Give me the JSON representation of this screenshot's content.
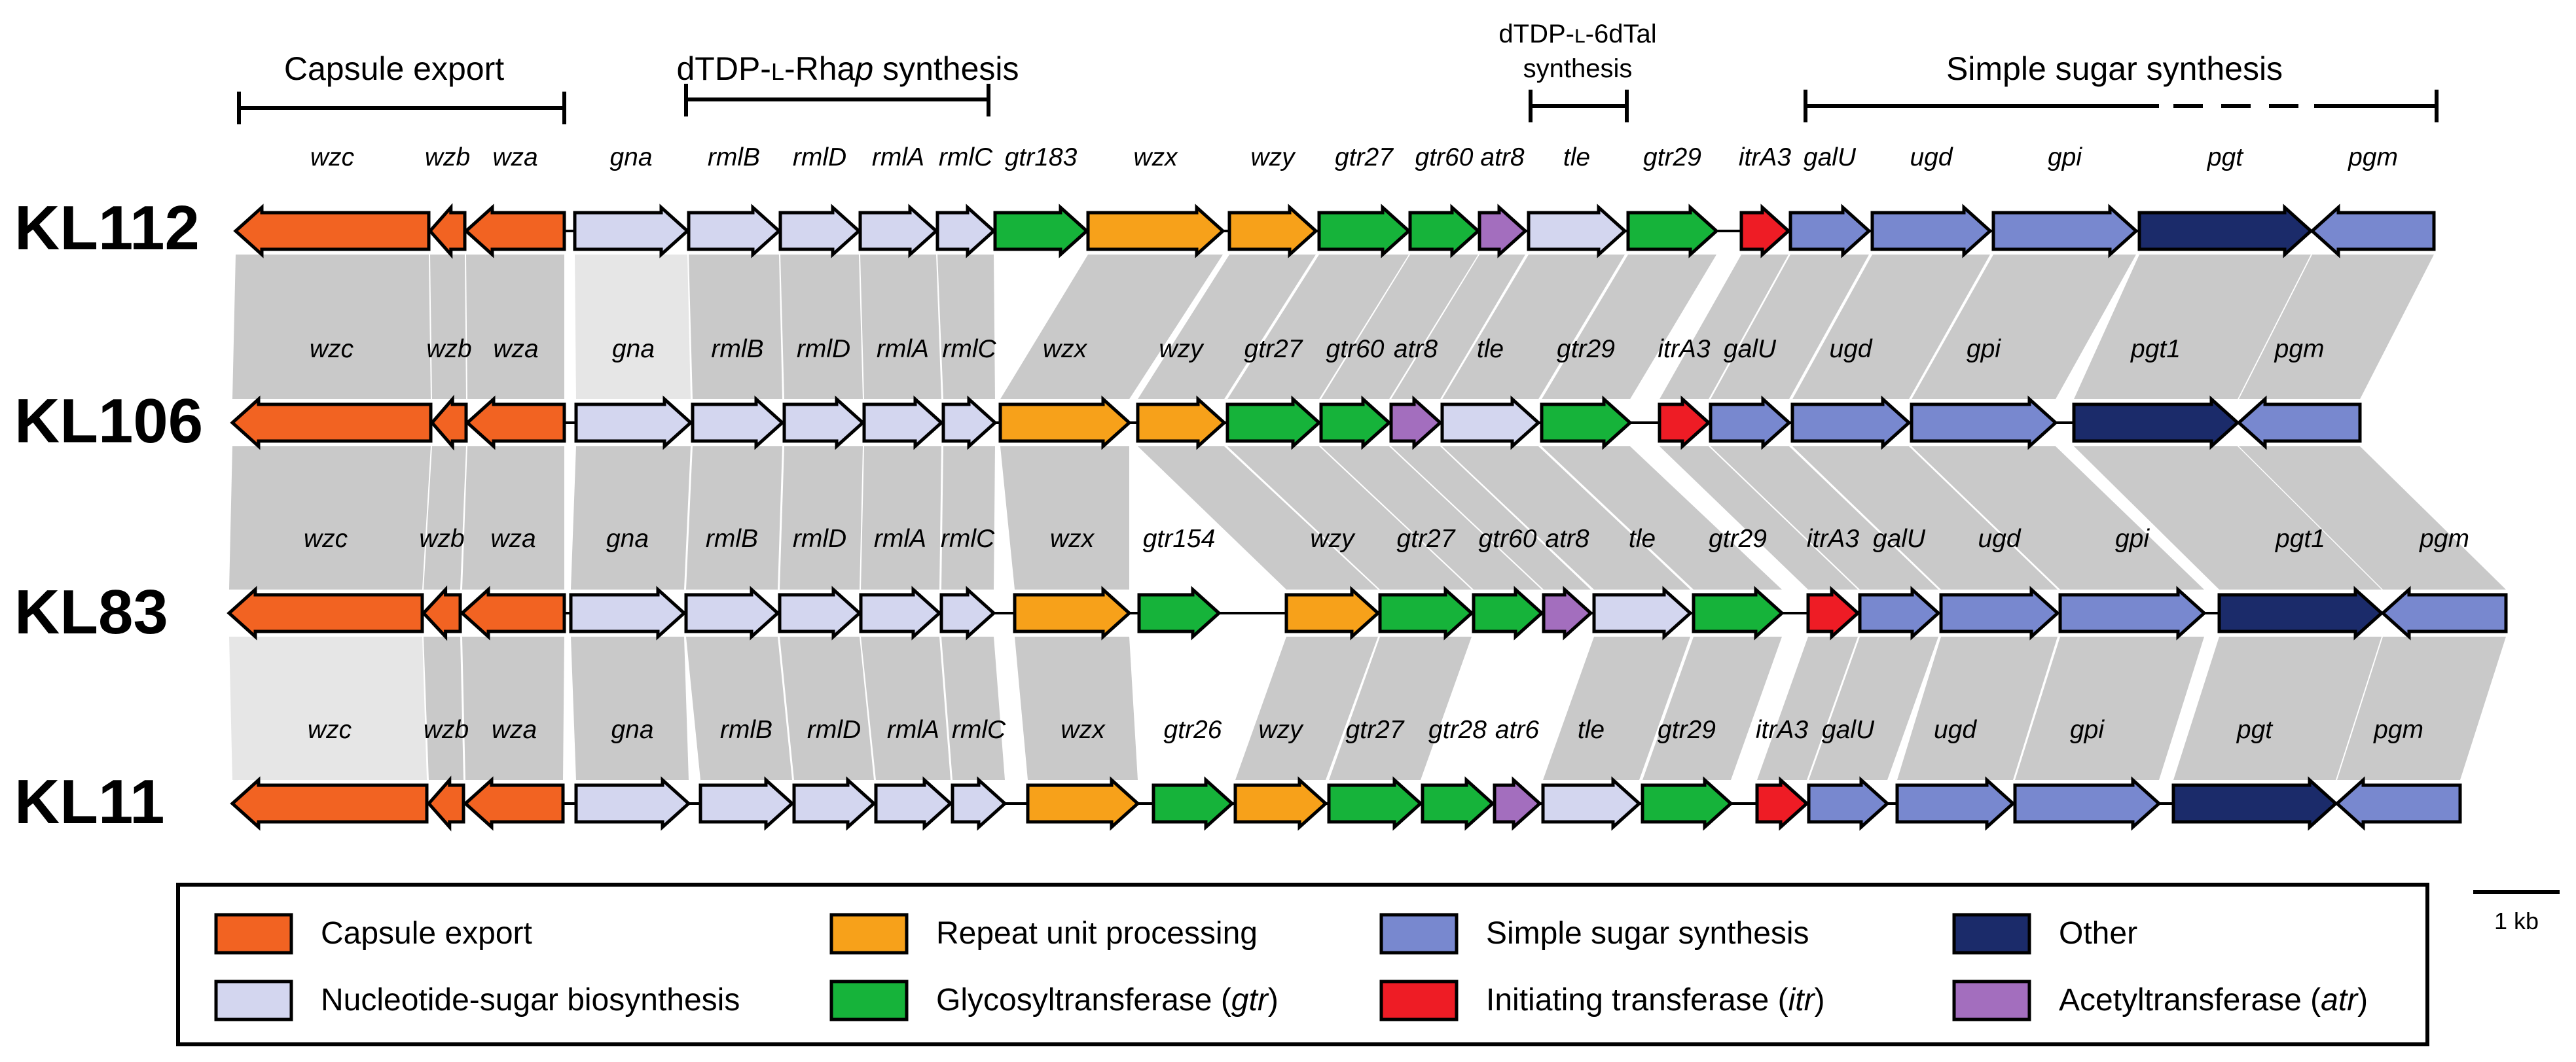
{
  "colors": {
    "export": "#f26322",
    "nucleotide": "#d3d6ef",
    "processing": "#f7a11a",
    "gtr": "#16b33a",
    "simple": "#7888cf",
    "other": "#1b2b6a",
    "itr": "#ee1c25",
    "atr": "#a36ebe",
    "homology": "#c9c9c9",
    "homology_light": "#e6e6e6"
  },
  "headers": {
    "capsule_export": "Capsule export",
    "rha_pre": "dTDP-",
    "rha_small": "L",
    "rha_mid": "-Rha",
    "rha_p": "p",
    "rha_post": " synthesis",
    "tal_pre": "dTDP-",
    "tal_small": "L",
    "tal_post": "-6dTal",
    "tal_line2": "synthesis",
    "simple_sugar": "Simple sugar synthesis"
  },
  "loci": [
    {
      "name": "KL112",
      "genes": [
        {
          "label": "wzc",
          "cat": "export",
          "start": 360,
          "end": 655,
          "dir": -1
        },
        {
          "label": "wzb",
          "cat": "export",
          "start": 657,
          "end": 710,
          "dir": -1
        },
        {
          "label": "wza",
          "cat": "export",
          "start": 712,
          "end": 862,
          "dir": -1
        },
        {
          "label": "gna",
          "cat": "nucleotide",
          "start": 878,
          "end": 1050,
          "dir": 1
        },
        {
          "label": "rmlB",
          "cat": "nucleotide",
          "start": 1052,
          "end": 1190,
          "dir": 1
        },
        {
          "label": "rmlD",
          "cat": "nucleotide",
          "start": 1192,
          "end": 1312,
          "dir": 1
        },
        {
          "label": "rmlA",
          "cat": "nucleotide",
          "start": 1314,
          "end": 1430,
          "dir": 1
        },
        {
          "label": "rmlC",
          "cat": "nucleotide",
          "start": 1432,
          "end": 1518,
          "dir": 1
        },
        {
          "label": "gtr183",
          "cat": "gtr",
          "start": 1520,
          "end": 1660,
          "dir": 1
        },
        {
          "label": "wzx",
          "cat": "processing",
          "start": 1662,
          "end": 1868,
          "dir": 1
        },
        {
          "label": "wzy",
          "cat": "processing",
          "start": 1878,
          "end": 2010,
          "dir": 1
        },
        {
          "label": "gtr27",
          "cat": "gtr",
          "start": 2015,
          "end": 2152,
          "dir": 1
        },
        {
          "label": "gtr60",
          "cat": "gtr",
          "start": 2154,
          "end": 2258,
          "dir": 1
        },
        {
          "label": "atr8",
          "cat": "atr",
          "start": 2260,
          "end": 2330,
          "dir": 1
        },
        {
          "label": "tle",
          "cat": "nucleotide",
          "start": 2335,
          "end": 2482,
          "dir": 1
        },
        {
          "label": "gtr29",
          "cat": "gtr",
          "start": 2487,
          "end": 2622,
          "dir": 1
        },
        {
          "label": "itrA3",
          "cat": "itr",
          "start": 2660,
          "end": 2732,
          "dir": 1
        },
        {
          "label": "galU",
          "cat": "simple",
          "start": 2735,
          "end": 2855,
          "dir": 1
        },
        {
          "label": "ugd",
          "cat": "simple",
          "start": 2860,
          "end": 3040,
          "dir": 1
        },
        {
          "label": "gpi",
          "cat": "simple",
          "start": 3045,
          "end": 3263,
          "dir": 1
        },
        {
          "label": "pgt",
          "cat": "other",
          "start": 3268,
          "end": 3530,
          "dir": 1
        },
        {
          "label": "pgm",
          "cat": "simple",
          "start": 3532,
          "end": 3718,
          "dir": -1
        }
      ]
    },
    {
      "name": "KL106",
      "genes": [
        {
          "label": "wzc",
          "cat": "export",
          "start": 355,
          "end": 658,
          "dir": -1
        },
        {
          "label": "wzb",
          "cat": "export",
          "start": 660,
          "end": 712,
          "dir": -1
        },
        {
          "label": "wza",
          "cat": "export",
          "start": 714,
          "end": 862,
          "dir": -1
        },
        {
          "label": "gna",
          "cat": "nucleotide",
          "start": 880,
          "end": 1055,
          "dir": 1
        },
        {
          "label": "rmlB",
          "cat": "nucleotide",
          "start": 1058,
          "end": 1195,
          "dir": 1
        },
        {
          "label": "rmlD",
          "cat": "nucleotide",
          "start": 1198,
          "end": 1318,
          "dir": 1
        },
        {
          "label": "rmlA",
          "cat": "nucleotide",
          "start": 1320,
          "end": 1438,
          "dir": 1
        },
        {
          "label": "rmlC",
          "cat": "nucleotide",
          "start": 1441,
          "end": 1520,
          "dir": 1
        },
        {
          "label": "wzx",
          "cat": "processing",
          "start": 1528,
          "end": 1725,
          "dir": 1
        },
        {
          "label": "wzy",
          "cat": "processing",
          "start": 1738,
          "end": 1870,
          "dir": 1
        },
        {
          "label": "gtr27",
          "cat": "gtr",
          "start": 1875,
          "end": 2015,
          "dir": 1
        },
        {
          "label": "gtr60",
          "cat": "gtr",
          "start": 2018,
          "end": 2122,
          "dir": 1
        },
        {
          "label": "atr8",
          "cat": "atr",
          "start": 2125,
          "end": 2200,
          "dir": 1
        },
        {
          "label": "tle",
          "cat": "nucleotide",
          "start": 2203,
          "end": 2350,
          "dir": 1
        },
        {
          "label": "gtr29",
          "cat": "gtr",
          "start": 2355,
          "end": 2490,
          "dir": 1
        },
        {
          "label": "itrA3",
          "cat": "itr",
          "start": 2535,
          "end": 2610,
          "dir": 1
        },
        {
          "label": "galU",
          "cat": "simple",
          "start": 2613,
          "end": 2733,
          "dir": 1
        },
        {
          "label": "ugd",
          "cat": "simple",
          "start": 2738,
          "end": 2916,
          "dir": 1
        },
        {
          "label": "gpi",
          "cat": "simple",
          "start": 2920,
          "end": 3140,
          "dir": 1
        },
        {
          "label": "pgt1",
          "cat": "other",
          "start": 3168,
          "end": 3418,
          "dir": 1
        },
        {
          "label": "pgm",
          "cat": "simple",
          "start": 3420,
          "end": 3605,
          "dir": -1
        }
      ]
    },
    {
      "name": "KL83",
      "genes": [
        {
          "label": "wzc",
          "cat": "export",
          "start": 350,
          "end": 645,
          "dir": -1
        },
        {
          "label": "wzb",
          "cat": "export",
          "start": 647,
          "end": 703,
          "dir": -1
        },
        {
          "label": "wza",
          "cat": "export",
          "start": 706,
          "end": 862,
          "dir": -1
        },
        {
          "label": "gna",
          "cat": "nucleotide",
          "start": 872,
          "end": 1045,
          "dir": 1
        },
        {
          "label": "rmlB",
          "cat": "nucleotide",
          "start": 1048,
          "end": 1188,
          "dir": 1
        },
        {
          "label": "rmlD",
          "cat": "nucleotide",
          "start": 1191,
          "end": 1313,
          "dir": 1
        },
        {
          "label": "rmlA",
          "cat": "nucleotide",
          "start": 1315,
          "end": 1435,
          "dir": 1
        },
        {
          "label": "rmlC",
          "cat": "nucleotide",
          "start": 1438,
          "end": 1518,
          "dir": 1
        },
        {
          "label": "wzx",
          "cat": "processing",
          "start": 1550,
          "end": 1725,
          "dir": 1
        },
        {
          "label": "gtr154",
          "cat": "gtr",
          "start": 1740,
          "end": 1862,
          "dir": 1
        },
        {
          "label": "wzy",
          "cat": "processing",
          "start": 1965,
          "end": 2105,
          "dir": 1
        },
        {
          "label": "gtr27",
          "cat": "gtr",
          "start": 2108,
          "end": 2248,
          "dir": 1
        },
        {
          "label": "gtr60",
          "cat": "gtr",
          "start": 2251,
          "end": 2355,
          "dir": 1
        },
        {
          "label": "atr8",
          "cat": "atr",
          "start": 2358,
          "end": 2430,
          "dir": 1
        },
        {
          "label": "tle",
          "cat": "nucleotide",
          "start": 2435,
          "end": 2582,
          "dir": 1
        },
        {
          "label": "gtr29",
          "cat": "gtr",
          "start": 2587,
          "end": 2722,
          "dir": 1
        },
        {
          "label": "itrA3",
          "cat": "itr",
          "start": 2762,
          "end": 2838,
          "dir": 1
        },
        {
          "label": "galU",
          "cat": "simple",
          "start": 2841,
          "end": 2961,
          "dir": 1
        },
        {
          "label": "ugd",
          "cat": "simple",
          "start": 2965,
          "end": 3143,
          "dir": 1
        },
        {
          "label": "gpi",
          "cat": "simple",
          "start": 3147,
          "end": 3367,
          "dir": 1
        },
        {
          "label": "pgt1",
          "cat": "other",
          "start": 3390,
          "end": 3638,
          "dir": 1
        },
        {
          "label": "pgm",
          "cat": "simple",
          "start": 3640,
          "end": 3828,
          "dir": -1
        }
      ]
    },
    {
      "name": "KL11",
      "genes": [
        {
          "label": "wzc",
          "cat": "export",
          "start": 355,
          "end": 652,
          "dir": -1
        },
        {
          "label": "wzb",
          "cat": "export",
          "start": 655,
          "end": 708,
          "dir": -1
        },
        {
          "label": "wza",
          "cat": "export",
          "start": 711,
          "end": 860,
          "dir": -1
        },
        {
          "label": "gna",
          "cat": "nucleotide",
          "start": 880,
          "end": 1052,
          "dir": 1
        },
        {
          "label": "rmlB",
          "cat": "nucleotide",
          "start": 1070,
          "end": 1210,
          "dir": 1
        },
        {
          "label": "rmlD",
          "cat": "nucleotide",
          "start": 1213,
          "end": 1335,
          "dir": 1
        },
        {
          "label": "rmlA",
          "cat": "nucleotide",
          "start": 1338,
          "end": 1452,
          "dir": 1
        },
        {
          "label": "rmlC",
          "cat": "nucleotide",
          "start": 1455,
          "end": 1535,
          "dir": 1
        },
        {
          "label": "wzx",
          "cat": "processing",
          "start": 1570,
          "end": 1738,
          "dir": 1
        },
        {
          "label": "gtr26",
          "cat": "gtr",
          "start": 1762,
          "end": 1882,
          "dir": 1
        },
        {
          "label": "wzy",
          "cat": "processing",
          "start": 1887,
          "end": 2025,
          "dir": 1
        },
        {
          "label": "gtr27",
          "cat": "gtr",
          "start": 2030,
          "end": 2170,
          "dir": 1
        },
        {
          "label": "gtr28",
          "cat": "gtr",
          "start": 2173,
          "end": 2280,
          "dir": 1
        },
        {
          "label": "atr6",
          "cat": "atr",
          "start": 2283,
          "end": 2352,
          "dir": 1
        },
        {
          "label": "tle",
          "cat": "nucleotide",
          "start": 2357,
          "end": 2504,
          "dir": 1
        },
        {
          "label": "gtr29",
          "cat": "gtr",
          "start": 2509,
          "end": 2644,
          "dir": 1
        },
        {
          "label": "itrA3",
          "cat": "itr",
          "start": 2684,
          "end": 2760,
          "dir": 1
        },
        {
          "label": "galU",
          "cat": "simple",
          "start": 2763,
          "end": 2883,
          "dir": 1
        },
        {
          "label": "ugd",
          "cat": "simple",
          "start": 2898,
          "end": 3075,
          "dir": 1
        },
        {
          "label": "gpi",
          "cat": "simple",
          "start": 3078,
          "end": 3298,
          "dir": 1
        },
        {
          "label": "pgt",
          "cat": "other",
          "start": 3320,
          "end": 3568,
          "dir": 1
        },
        {
          "label": "pgm",
          "cat": "simple",
          "start": 3570,
          "end": 3758,
          "dir": -1
        }
      ]
    }
  ],
  "legend": [
    {
      "key": "export",
      "label": "Capsule export"
    },
    {
      "key": "nucleotide",
      "label": "Nucleotide-sugar biosynthesis"
    },
    {
      "key": "processing",
      "label": "Repeat unit processing"
    },
    {
      "key": "gtr",
      "label": "Glycosyltransferase (",
      "italic": "gtr",
      "post": ")"
    },
    {
      "key": "simple",
      "label": "Simple sugar synthesis"
    },
    {
      "key": "itr",
      "label": "Initiating transferase (",
      "italic": "itr",
      "post": ")"
    },
    {
      "key": "other",
      "label": "Other"
    },
    {
      "key": "atr",
      "label": "Acetyltransferase (",
      "italic": "atr",
      "post": ")"
    }
  ],
  "scale_bar": {
    "label": "1 kb"
  }
}
